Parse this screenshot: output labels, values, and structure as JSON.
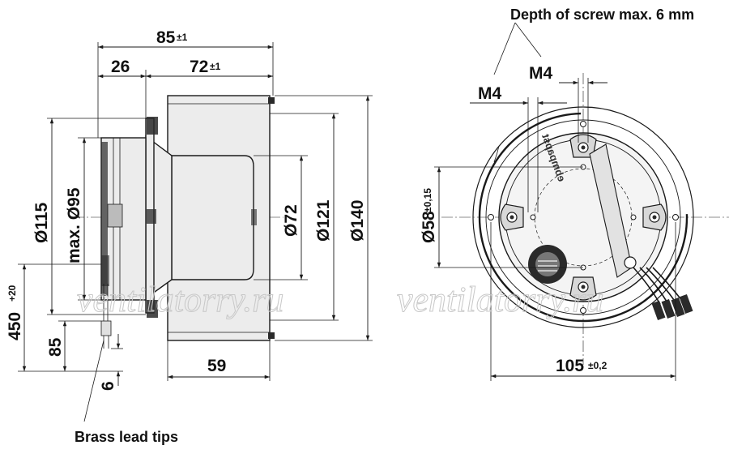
{
  "notes": {
    "screw_depth": "Depth of screw max. 6 mm",
    "brass_leads": "Brass lead tips"
  },
  "side_view": {
    "overall_length": {
      "value": "85",
      "tol": "±1"
    },
    "front_section": {
      "value": "26"
    },
    "rear_section": {
      "value": "72",
      "tol": "±1"
    },
    "motor_length": {
      "value": "59"
    },
    "dia_115": {
      "value": "Ø115"
    },
    "dia_95": {
      "value": "max. Ø95"
    },
    "dia_72": {
      "value": "Ø72"
    },
    "dia_121": {
      "value": "Ø121"
    },
    "dia_140": {
      "value": "Ø140"
    },
    "lead_length": {
      "value": "450",
      "tol": "+20"
    },
    "lead_85": {
      "value": "85"
    },
    "lead_6": {
      "value": "6"
    }
  },
  "front_view": {
    "screw_m4_left": "M4",
    "screw_m4_right": "M4",
    "dia_58": {
      "value": "Ø58",
      "tol": "±0,15"
    },
    "bolt_circle": {
      "value": "105",
      "tol": "±0,2"
    },
    "brand_mark": "ebmpapst"
  },
  "watermark": "ventilatorry.ru"
}
